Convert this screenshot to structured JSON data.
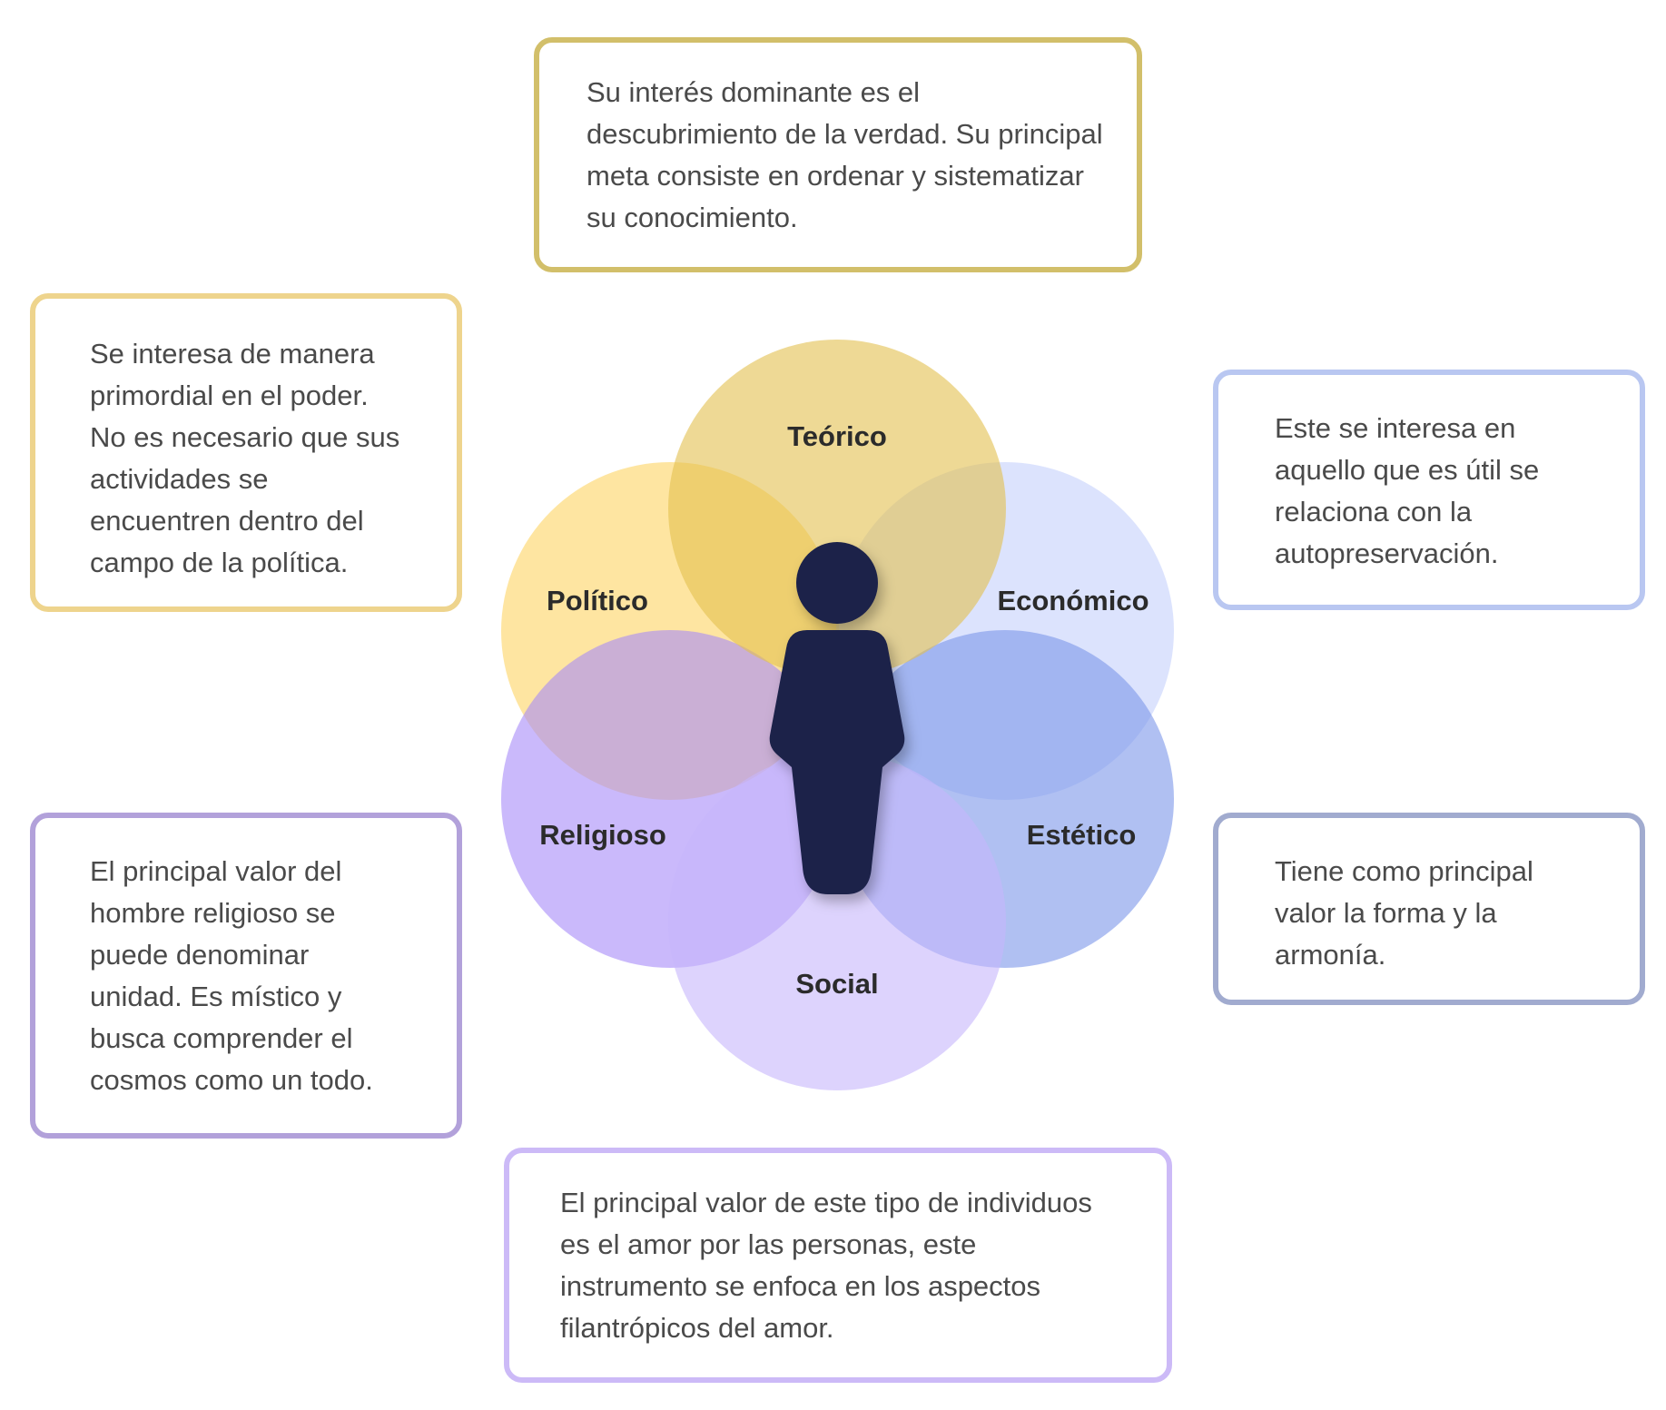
{
  "center_figure": "person-icon",
  "values": [
    {
      "id": "teorico",
      "label": "Teórico",
      "color": "#e2c04e",
      "border": "#d2bf6a",
      "description": "Su interés dominante  es el descubrimiento de la verdad. Su principal meta consiste en ordenar y sistematizar su conocimiento."
    },
    {
      "id": "politico",
      "label": "Político",
      "color": "#fdd462",
      "border": "#eed48d",
      "description": "Se interesa de manera primordial en el poder. No es necesario que sus actividades se encuentren dentro del campo de la política."
    },
    {
      "id": "economico",
      "label": "Económico",
      "color": "#c4d0fc",
      "border": "#b9c7f1",
      "description": "Este se interesa en aquello que es útil se relaciona con la autopreservación."
    },
    {
      "id": "religioso",
      "label": "Religioso",
      "color": "#a78bf8",
      "border": "#b2a1da",
      "description": "El principal valor del hombre religioso se puede denominar unidad. Es místico y busca comprender el cosmos como un todo."
    },
    {
      "id": "estetico",
      "label": "Estético",
      "color": "#7b96ea",
      "border": "#a1abcf",
      "description": "Tiene como principal valor la forma y la armonía."
    },
    {
      "id": "social",
      "label": "Social",
      "color": "#c6b5fb",
      "border": "#ccbaf7",
      "description": "El principal valor de este tipo de individuos es el amor por las personas, este instrumento se enfoca en los aspectos filantrópicos del amor."
    }
  ],
  "figure_color": "#1b2049"
}
